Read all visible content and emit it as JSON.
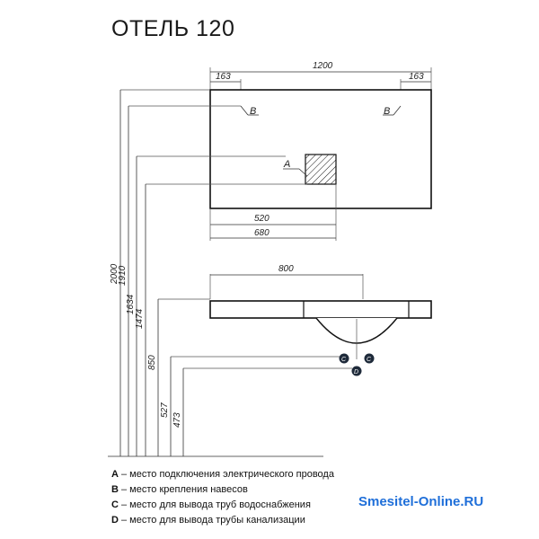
{
  "title": "ОТЕЛЬ 120",
  "top_view": {
    "dim_total": "1200",
    "dim_left_offset": "163",
    "dim_right_offset": "163",
    "dim_520": "520",
    "dim_680": "680",
    "label_b_left": "B",
    "label_b_right": "B",
    "label_a": "A"
  },
  "front_view": {
    "dim_800": "800",
    "label_c_left": "C",
    "label_c_right": "C",
    "label_d": "D"
  },
  "heights": [
    "2000",
    "1910",
    "1634",
    "1474",
    "850",
    "527",
    "473"
  ],
  "legend": [
    {
      "key": "A",
      "text": " – место подключения электрического провода"
    },
    {
      "key": "B",
      "text": " – место крепления навесов"
    },
    {
      "key": "C",
      "text": " – место для вывода труб водоснабжения"
    },
    {
      "key": "D",
      "text": " – место для вывода трубы канализации"
    }
  ],
  "watermark": "Smesitel-Online.RU"
}
